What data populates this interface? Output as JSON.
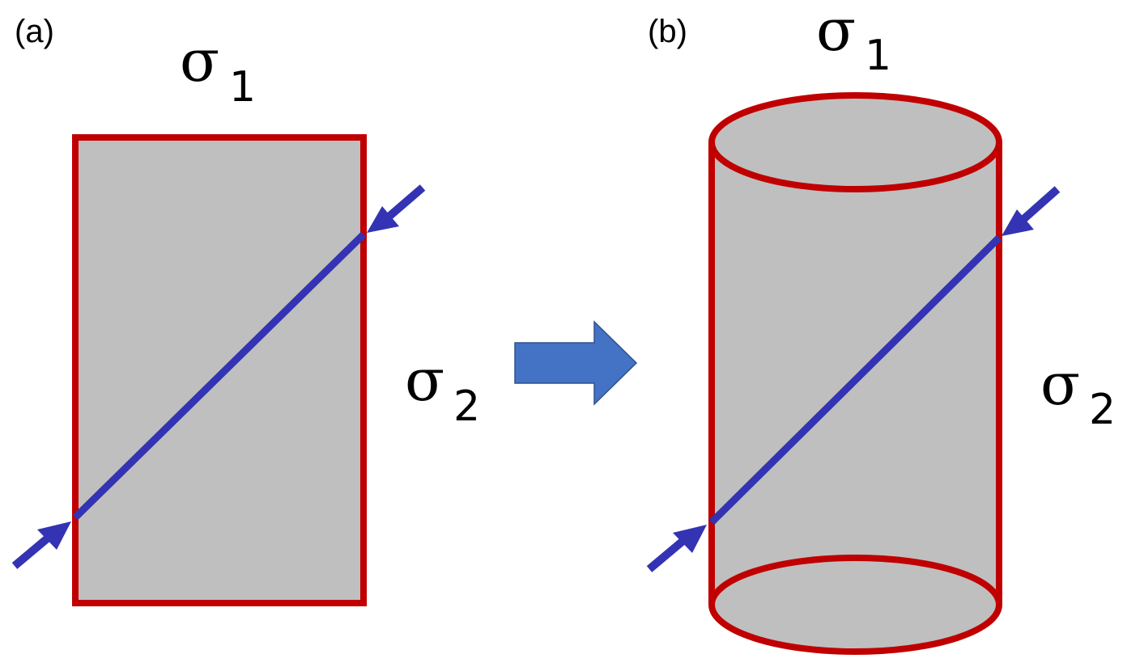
{
  "figure": {
    "panels": [
      {
        "id": "a",
        "label": "(a)",
        "shape": "rectangle",
        "top_stress": {
          "symbol": "σ",
          "subscript": "1"
        },
        "side_stress": {
          "symbol": "σ",
          "subscript": "2"
        }
      },
      {
        "id": "b",
        "label": "(b)",
        "shape": "cylinder",
        "top_stress": {
          "symbol": "σ",
          "subscript": "1"
        },
        "side_stress": {
          "symbol": "σ",
          "subscript": "2"
        }
      }
    ],
    "transition_arrow": {
      "icon": "right-arrow-icon",
      "direction": "right"
    },
    "colors": {
      "body_fill": "#bfbfbf",
      "outline": "#c00000",
      "fault_line": "#3333b3",
      "transition_arrow_fill": "#4472c4",
      "transition_arrow_stroke": "#2f528f",
      "text": "#000000"
    }
  }
}
